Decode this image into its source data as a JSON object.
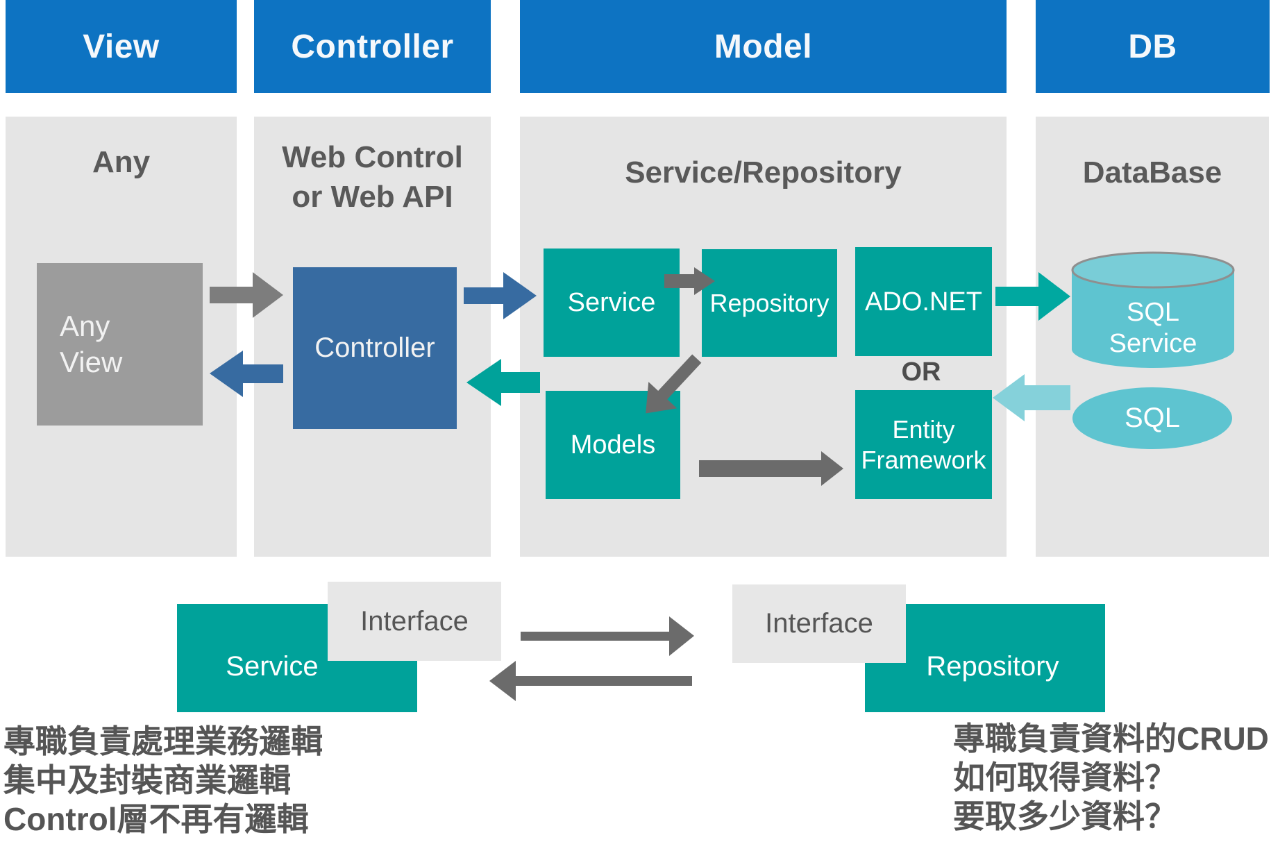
{
  "columns": {
    "view": {
      "header": "View",
      "panel_title": "Any"
    },
    "controller": {
      "header": "Controller",
      "panel_title_line1": "Web Control",
      "panel_title_line2": "or Web API"
    },
    "model": {
      "header": "Model",
      "panel_title": "Service/Repository"
    },
    "db": {
      "header": "DB",
      "panel_title": "DataBase"
    }
  },
  "boxes": {
    "any_view_line1": "Any",
    "any_view_line2": "View",
    "controller": "Controller",
    "service": "Service",
    "repository": "Repository",
    "adonet": "ADO.NET",
    "or_label": "OR",
    "models": "Models",
    "entity_line1": "Entity",
    "entity_line2": "Framework"
  },
  "database": {
    "cylinder_line1": "SQL",
    "cylinder_line2": "Service",
    "ellipse_label": "SQL"
  },
  "bottom": {
    "service": "Service",
    "interface_left": "Interface",
    "interface_right": "Interface",
    "repository": "Repository"
  },
  "notes": {
    "left": [
      "專職負責處理業務邏輯",
      "集中及封裝商業邏輯",
      "Control層不再有邏輯"
    ],
    "right": [
      "專職負責資料的CRUD",
      "如何取得資料？",
      "要取多少資料？"
    ]
  },
  "colors": {
    "header_blue": "#0d73c2",
    "panel_gray": "#e5e5e5",
    "teal": "#00a29a",
    "steel_blue": "#376ba1",
    "box_gray": "#9c9c9c",
    "light_teal": "#5ec4d0",
    "arrow_gray": "#6b6b6b",
    "text_gray": "#555555"
  }
}
